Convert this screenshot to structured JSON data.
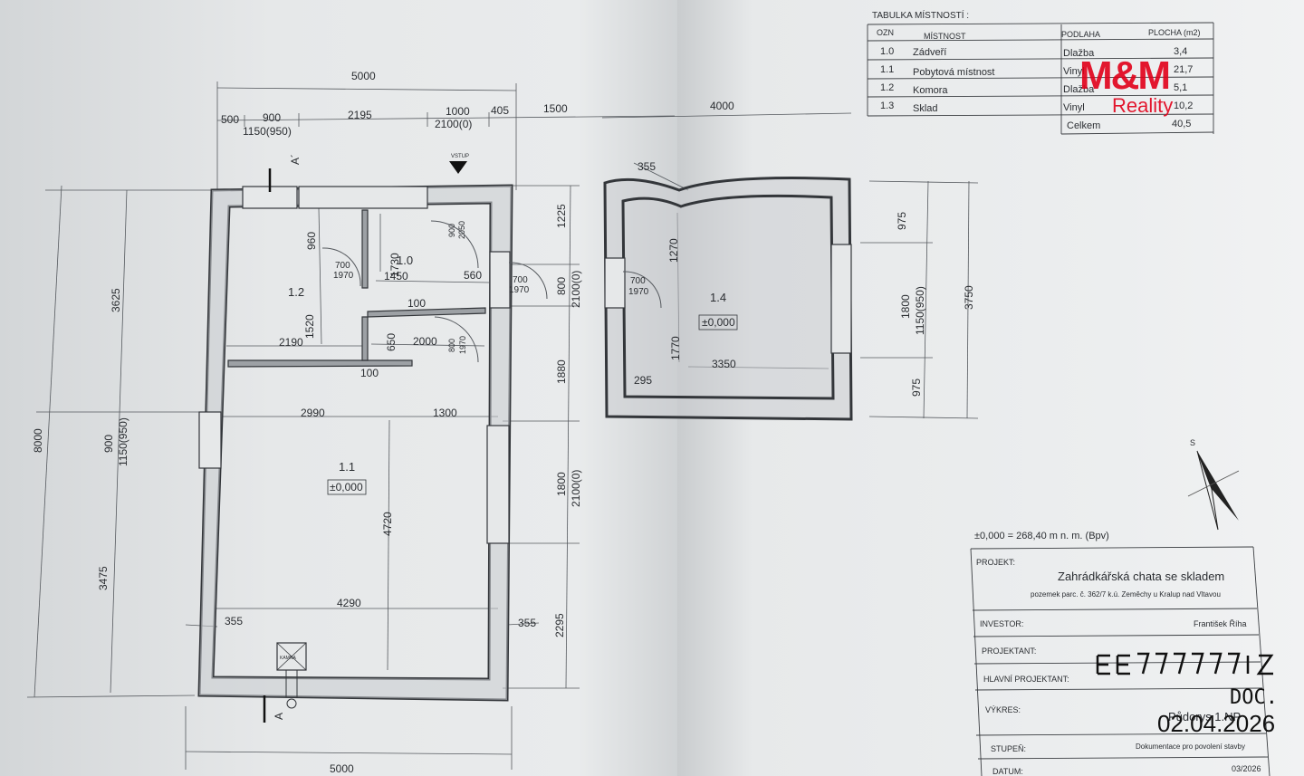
{
  "room_table": {
    "title": "TABULKA MÍSTNOSTÍ :",
    "headers": [
      "OZN",
      "MÍSTNOST",
      "PODLAHA",
      "PLOCHA (m2)"
    ],
    "rows": [
      {
        "ozn": "1.0",
        "name": "Zádveří",
        "floor": "Dlažba",
        "area": "3,4"
      },
      {
        "ozn": "1.1",
        "name": "Pobytová místnost",
        "floor": "Vinyl",
        "area": "21,7"
      },
      {
        "ozn": "1.2",
        "name": "Komora",
        "floor": "Dlažba",
        "area": "5,1"
      },
      {
        "ozn": "1.3",
        "name": "Sklad",
        "floor": "Vinyl",
        "area": "10,2"
      }
    ],
    "total_label": "Celkem",
    "total_value": "40,5"
  },
  "watermark": {
    "brand": "M&M",
    "sub": "Reality"
  },
  "plan_main": {
    "rooms": [
      {
        "id": "1.0"
      },
      {
        "id": "1.1",
        "level": "±0,000"
      },
      {
        "id": "1.2"
      }
    ],
    "top_dims": {
      "overall": "5000",
      "d1": "500",
      "d2": "900",
      "d3": "2195",
      "d4": "1000",
      "d5": "405",
      "d6": "1500",
      "win": "1150(950)",
      "door": "2100(0)"
    },
    "entry_label": "VSTUP",
    "section": "A´",
    "section_b": "A",
    "left_dims": {
      "overall": "8000",
      "upper": "3625",
      "lower": "3475",
      "win_a": "900",
      "win_b": "1150(950)"
    },
    "inner_dims": {
      "d960": "960",
      "d1730": "1730",
      "d1520": "1520",
      "d1450": "1450",
      "d560": "560",
      "d100a": "100",
      "d2190": "2190",
      "d650": "650",
      "d2000": "2000",
      "d100b": "100",
      "d2990": "2990",
      "d1300": "1300",
      "d4720": "4720",
      "d4290": "4290",
      "d355a": "355",
      "d355b": "355"
    },
    "doors": {
      "d1": "700",
      "d1b": "1970",
      "d2": "900",
      "d2b": "2050",
      "d3": "700",
      "d3b": "1970",
      "d4": "800",
      "d4b": "1970"
    },
    "right_dims": {
      "r1225": "1225",
      "r800": "800",
      "r2100": "2100(0)",
      "r1880": "1880",
      "r1800": "1800",
      "r2100b": "2100(0)",
      "r2295": "2295"
    },
    "bottom_overall": "5000",
    "chimney": "KAMNA"
  },
  "plan_shed": {
    "room": "1.4",
    "level": "±0,000",
    "top": "4000",
    "d355": "355",
    "d1270": "1270",
    "d1770": "1770",
    "d3350": "3350",
    "d295": "295",
    "door": "700",
    "doorb": "1970",
    "right": {
      "r975a": "975",
      "r1800": "1800",
      "r1150": "1150(950)",
      "r975b": "975",
      "overall": "3750"
    }
  },
  "north": "S",
  "elevation_note": "±0,000 = 268,40 m n. m. (Bpv)",
  "title_block": {
    "projekt_label": "PROJEKT:",
    "projekt_value": "Zahrádkářská chata se skladem",
    "location": "pozemek parc. č. 362/7 k.ú. Zeměchy u Kralup nad Vltavou",
    "investor_label": "INVESTOR:",
    "investor_value": "František Říha",
    "projektant_label": "PROJEKTANT:",
    "hlavni_label": "HLAVNÍ PROJEKTANT:",
    "vykres_label": "VÝKRES:",
    "vykres_value": "Půdorys 1.NP",
    "stupen_label": "STUPEŇ:",
    "stupen_value": "Dokumentace pro povolení stavby",
    "datum_label": "DATUM:",
    "datum_value": "03/2026",
    "stamp_date": "02.04.2026",
    "stamp_doc": "DOC."
  }
}
